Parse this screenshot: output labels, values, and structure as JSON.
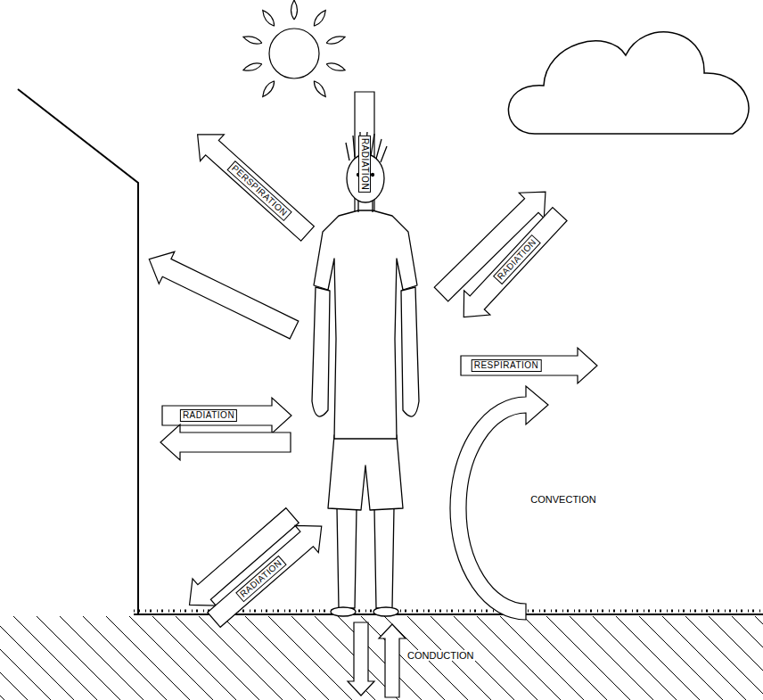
{
  "diagram": {
    "labels": [
      "RADIATION",
      "PERSPIRATION",
      "RADIATION",
      "RESPIRATION",
      "RADIATION",
      "CONVECTION",
      "RADIATION",
      "CONDUCTION"
    ]
  }
}
